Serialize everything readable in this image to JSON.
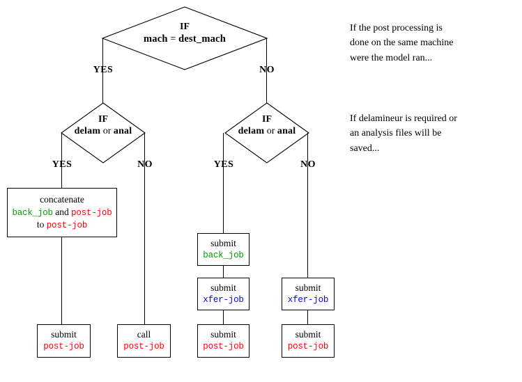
{
  "diagram": {
    "title": "Post-processing decision flowchart",
    "colors": {
      "stroke": "#000000",
      "background": "#ffffff",
      "green": "#00a000",
      "red": "#ff0000",
      "blue": "#0000ff"
    }
  },
  "decisions": {
    "root": {
      "if_label": "IF",
      "condition_left": "mach",
      "condition_op": "=",
      "condition_right": "dest_mach",
      "yes_label": "YES",
      "no_label": "NO"
    },
    "left": {
      "if_label": "IF",
      "condition_left": "delam",
      "condition_op": "or",
      "condition_right": "anal",
      "yes_label": "YES",
      "no_label": "NO"
    },
    "right": {
      "if_label": "IF",
      "condition_left": "delam",
      "condition_op": "or",
      "condition_right": "anal",
      "yes_label": "YES",
      "no_label": "NO"
    }
  },
  "boxes": {
    "concatenate": {
      "line1": "concatenate",
      "line2_a": "back_job",
      "line2_b": "and",
      "line2_c": "post-job",
      "line3_a": "to",
      "line3_b": "post-job"
    },
    "submit_back_job": {
      "action": "submit",
      "target": "back_job"
    },
    "submit_xfer_job_left": {
      "action": "submit",
      "target": "xfer-job"
    },
    "submit_xfer_job_right": {
      "action": "submit",
      "target": "xfer-job"
    },
    "submit_post_job_1": {
      "action": "submit",
      "target": "post-job"
    },
    "call_post_job": {
      "action": "call",
      "target": "post-job"
    },
    "submit_post_job_3": {
      "action": "submit",
      "target": "post-job"
    },
    "submit_post_job_4": {
      "action": "submit",
      "target": "post-job"
    }
  },
  "annotations": {
    "top": "If the post processing is\ndone on the same machine\nwere the model ran...",
    "middle": "If delamineur is required or\nan analysis files  will be\nsaved..."
  }
}
